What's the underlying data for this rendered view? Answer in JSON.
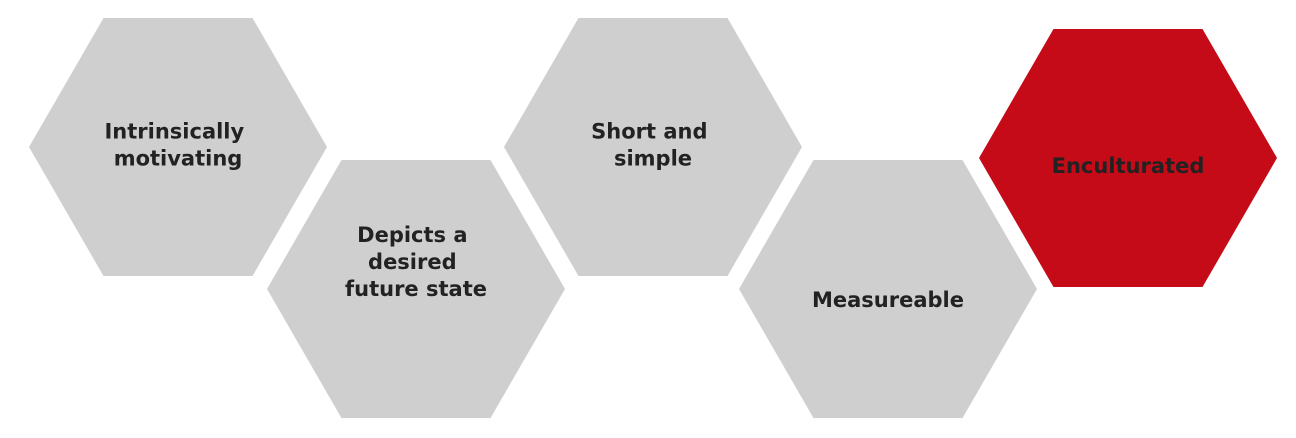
{
  "colors": {
    "neutral": "#d0cfcf",
    "accent": "#c50b17",
    "text": "#222222"
  },
  "hexagons": [
    {
      "lines": [
        "Intrinsically",
        "motivating"
      ],
      "color": "neutral",
      "icon": "hexagon"
    },
    {
      "lines": [
        "Depicts a",
        "desired",
        "future state"
      ],
      "color": "neutral",
      "icon": "hexagon"
    },
    {
      "lines": [
        "Short and",
        "simple"
      ],
      "color": "neutral",
      "icon": "hexagon"
    },
    {
      "lines": [
        "Measureable"
      ],
      "color": "neutral",
      "icon": "hexagon"
    },
    {
      "lines": [
        "Enculturated"
      ],
      "color": "accent",
      "icon": "hexagon"
    }
  ]
}
